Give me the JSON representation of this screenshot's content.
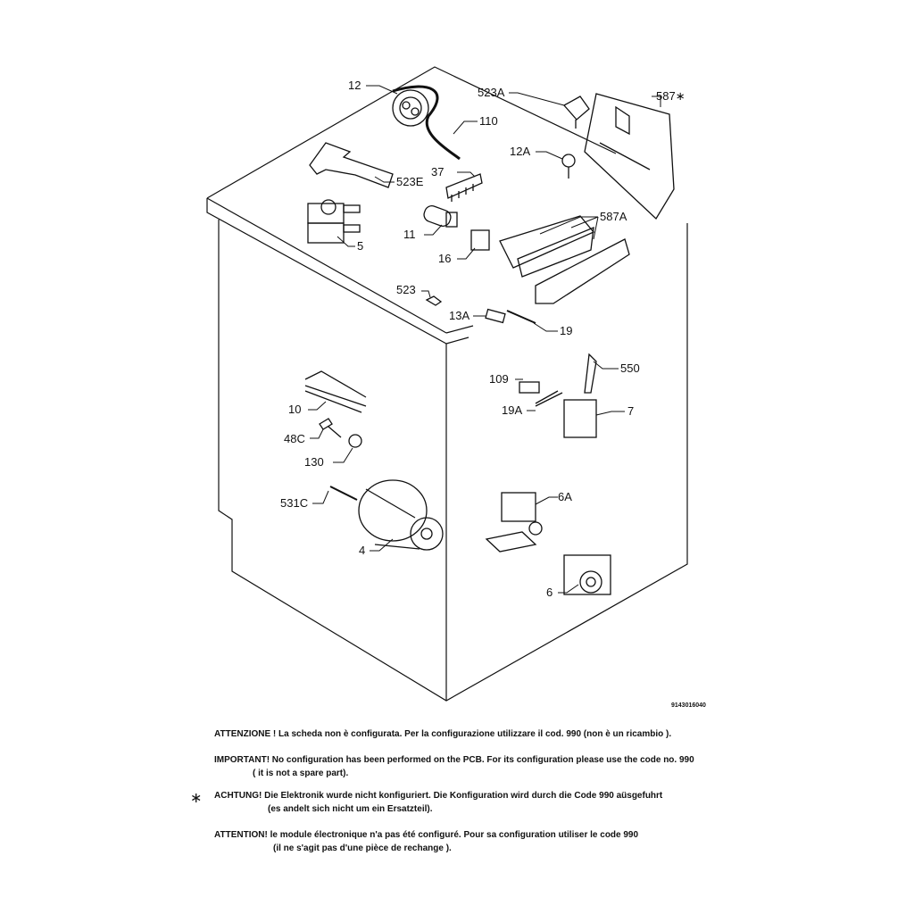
{
  "diagram": {
    "part_labels": {
      "p12": "12",
      "p110": "110",
      "p523e": "523E",
      "p37": "37",
      "p5": "5",
      "p11": "11",
      "p16": "16",
      "p523a": "523A",
      "p587s": "587∗",
      "p12a": "12A",
      "p587a": "587A",
      "p523": "523",
      "p13a": "13A",
      "p19": "19",
      "p109": "109",
      "p550": "550",
      "p19a": "19A",
      "p7": "7",
      "p10": "10",
      "p48c": "48C",
      "p130": "130",
      "p531c": "531C",
      "p4": "4",
      "p6a": "6A",
      "p6": "6"
    },
    "drawing_code": "9143016040"
  },
  "notes": {
    "it": {
      "line1": "ATTENZIONE ! La scheda non è  configurata. Per la configurazione utilizzare il cod. 990 (non è un ricambio )."
    },
    "en": {
      "line1": "IMPORTANT! No configuration has been performed on the PCB. For its configuration please use the code no. 990",
      "line2": "( it is not a spare part)."
    },
    "de": {
      "marker": "∗",
      "line1": "ACHTUNG! Die Elektronik wurde nicht konfiguriert. Die Konfiguration wird durch die Code 990 aüsgefuhrt",
      "line2": "(es andelt sich nicht um ein Ersatzteil)."
    },
    "fr": {
      "line1": "ATTENTION! le module électronique n'a pas été configuré. Pour  sa configuration utiliser le code 990",
      "line2": "(il ne s'agit pas d'une pièce de rechange )."
    }
  }
}
